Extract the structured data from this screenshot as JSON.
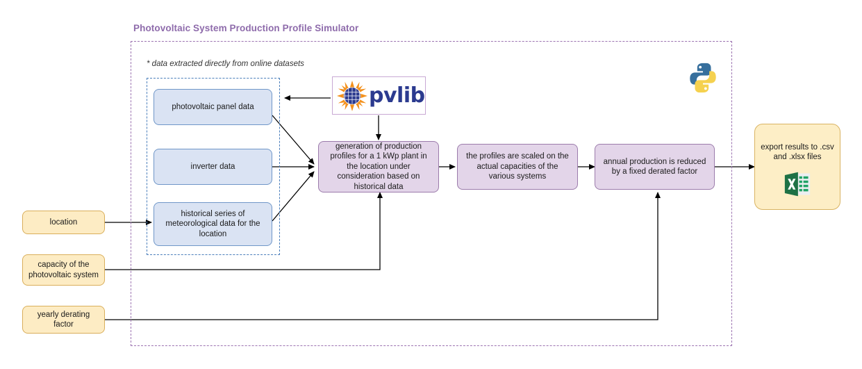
{
  "diagram": {
    "title": "Photovoltaic System Production Profile Simulator",
    "footnote": "* data extracted directly from online datasets",
    "colors": {
      "title": "#8e6bab",
      "outer_border": "#9b72b0",
      "inner_border": "#4a7ebb",
      "blue_fill": "#dae3f3",
      "purple_fill": "#e3d5e9",
      "yellow_fill": "#fdecc4",
      "excel_green": "#1e7145",
      "python_blue": "#366f9d",
      "python_yellow": "#f5d14f",
      "pvlib_blue": "#2b3a8f",
      "pvlib_orange": "#f3911d"
    }
  },
  "data_sources": [
    {
      "label": "photovoltaic panel data"
    },
    {
      "label": "inverter data"
    },
    {
      "label": "historical series of meteorological data for the location"
    }
  ],
  "library": {
    "name": "pvlib",
    "logo_icon": "pvlib-sun-panel-icon"
  },
  "language": {
    "logo_icon": "python-logo-icon"
  },
  "process_steps": [
    {
      "label": "generation of production profiles for a 1 kWp plant in the location under consideration based on historical data"
    },
    {
      "label": "the profiles are scaled on the actual capacities of the various systems"
    },
    {
      "label": "annual production is reduced by a fixed derated factor"
    }
  ],
  "inputs": [
    {
      "label": "location"
    },
    {
      "label": "capacity of the photovoltaic system"
    },
    {
      "label": "yearly derating factor"
    }
  ],
  "output": {
    "label": "export results to .csv and .xlsx files",
    "icon": "excel-file-icon"
  }
}
